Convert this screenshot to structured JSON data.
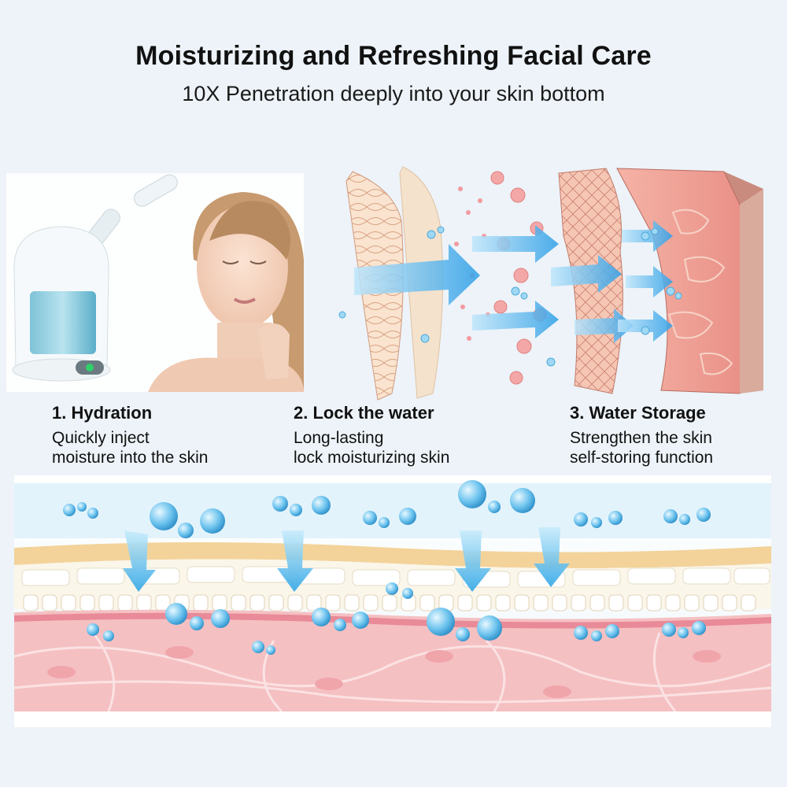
{
  "header": {
    "title": "Moisturizing and Refreshing Facial Care",
    "subtitle": "10X Penetration deeply into your skin bottom"
  },
  "steps": [
    {
      "title": "1. Hydration",
      "line1": "Quickly inject",
      "line2": "moisture into the skin"
    },
    {
      "title": "2. Lock the water",
      "line1": "Long-lasting",
      "line2": "lock moisturizing skin"
    },
    {
      "title": "3. Water Storage",
      "line1": "Strengthen the skin",
      "line2": "self-storing function"
    }
  ],
  "icons": {
    "steamer": "facial-steamer-icon",
    "face": "woman-face-icon",
    "layers": "skin-layers-icon",
    "cross_section": "skin-cross-section-icon"
  },
  "colors": {
    "water": "#5cb8e8",
    "arrow": "#3aa8e8",
    "skin_pink": "#f2b8b4",
    "skin_yellow": "#f3d9a0"
  }
}
